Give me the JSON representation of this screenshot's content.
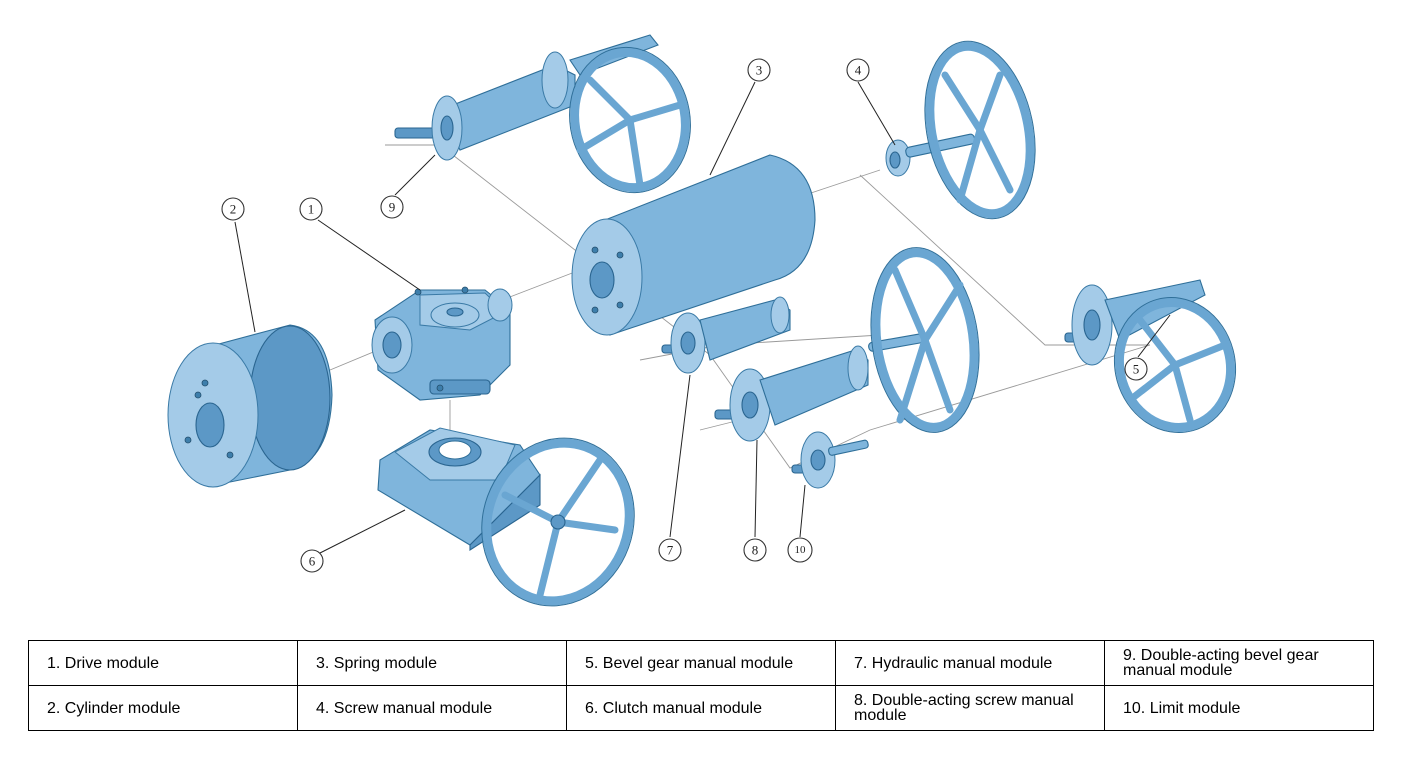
{
  "callouts": [
    "1",
    "2",
    "3",
    "4",
    "5",
    "6",
    "7",
    "8",
    "9",
    "10"
  ],
  "legend": {
    "rows": [
      [
        "1. Drive module",
        "3. Spring module",
        "5. Bevel gear manual module",
        "7. Hydraulic manual module",
        "9. Double-acting bevel gear manual module"
      ],
      [
        "2. Cylinder module",
        "4. Screw manual module",
        "6. Clutch manual module",
        "8. Double-acting screw manual module",
        "10. Limit module"
      ]
    ]
  },
  "colors": {
    "part_fill": "#7fb5dc",
    "part_stroke": "#2f6f99",
    "border": "#000000"
  }
}
